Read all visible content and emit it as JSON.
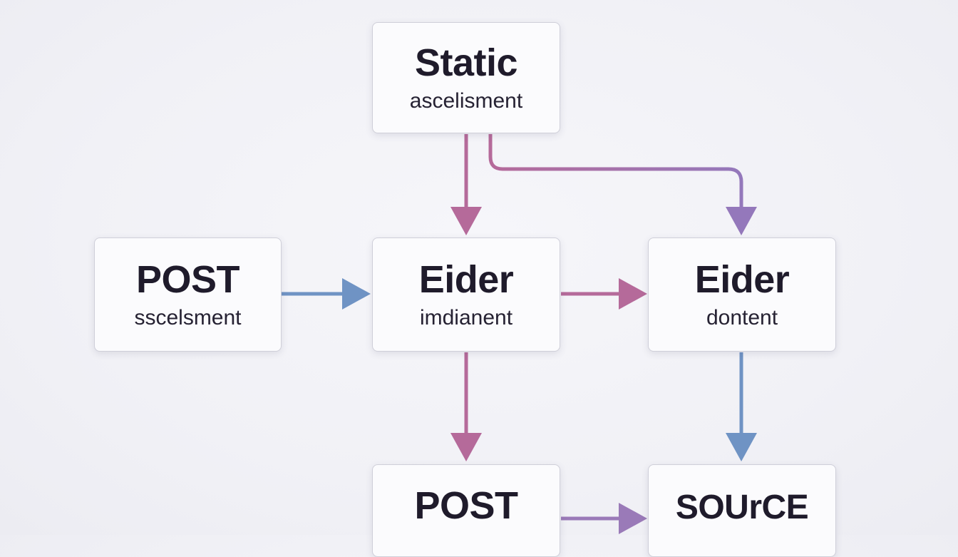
{
  "colors": {
    "background": "#f2f2f7",
    "node_fill": "#fbfbfd",
    "node_border": "#cfcfd9",
    "text": "#1f1b2b",
    "arrow_pink": "#b56a9a",
    "arrow_purple": "#9a7ab8",
    "arrow_blue": "#6f93c4"
  },
  "nodes": {
    "static": {
      "title": "Static",
      "subtitle": "ascelisment"
    },
    "post_left": {
      "title": "POST",
      "subtitle": "sscelsment"
    },
    "eider_center": {
      "title": "Eider",
      "subtitle": "imdianent"
    },
    "eider_right": {
      "title": "Eider",
      "subtitle": "dontent"
    },
    "post_bottom": {
      "title": "POST",
      "subtitle": ""
    },
    "source": {
      "title": "SOUrCE",
      "subtitle": ""
    }
  },
  "edges": [
    {
      "from": "static",
      "to": "eider_center",
      "color": "arrow_pink"
    },
    {
      "from": "static",
      "to": "eider_right",
      "color": "arrow_purple"
    },
    {
      "from": "post_left",
      "to": "eider_center",
      "color": "arrow_blue"
    },
    {
      "from": "eider_center",
      "to": "eider_right",
      "color": "arrow_pink"
    },
    {
      "from": "eider_center",
      "to": "post_bottom",
      "color": "arrow_pink"
    },
    {
      "from": "eider_right",
      "to": "source",
      "color": "arrow_blue"
    },
    {
      "from": "post_bottom",
      "to": "source",
      "color": "arrow_purple"
    }
  ]
}
